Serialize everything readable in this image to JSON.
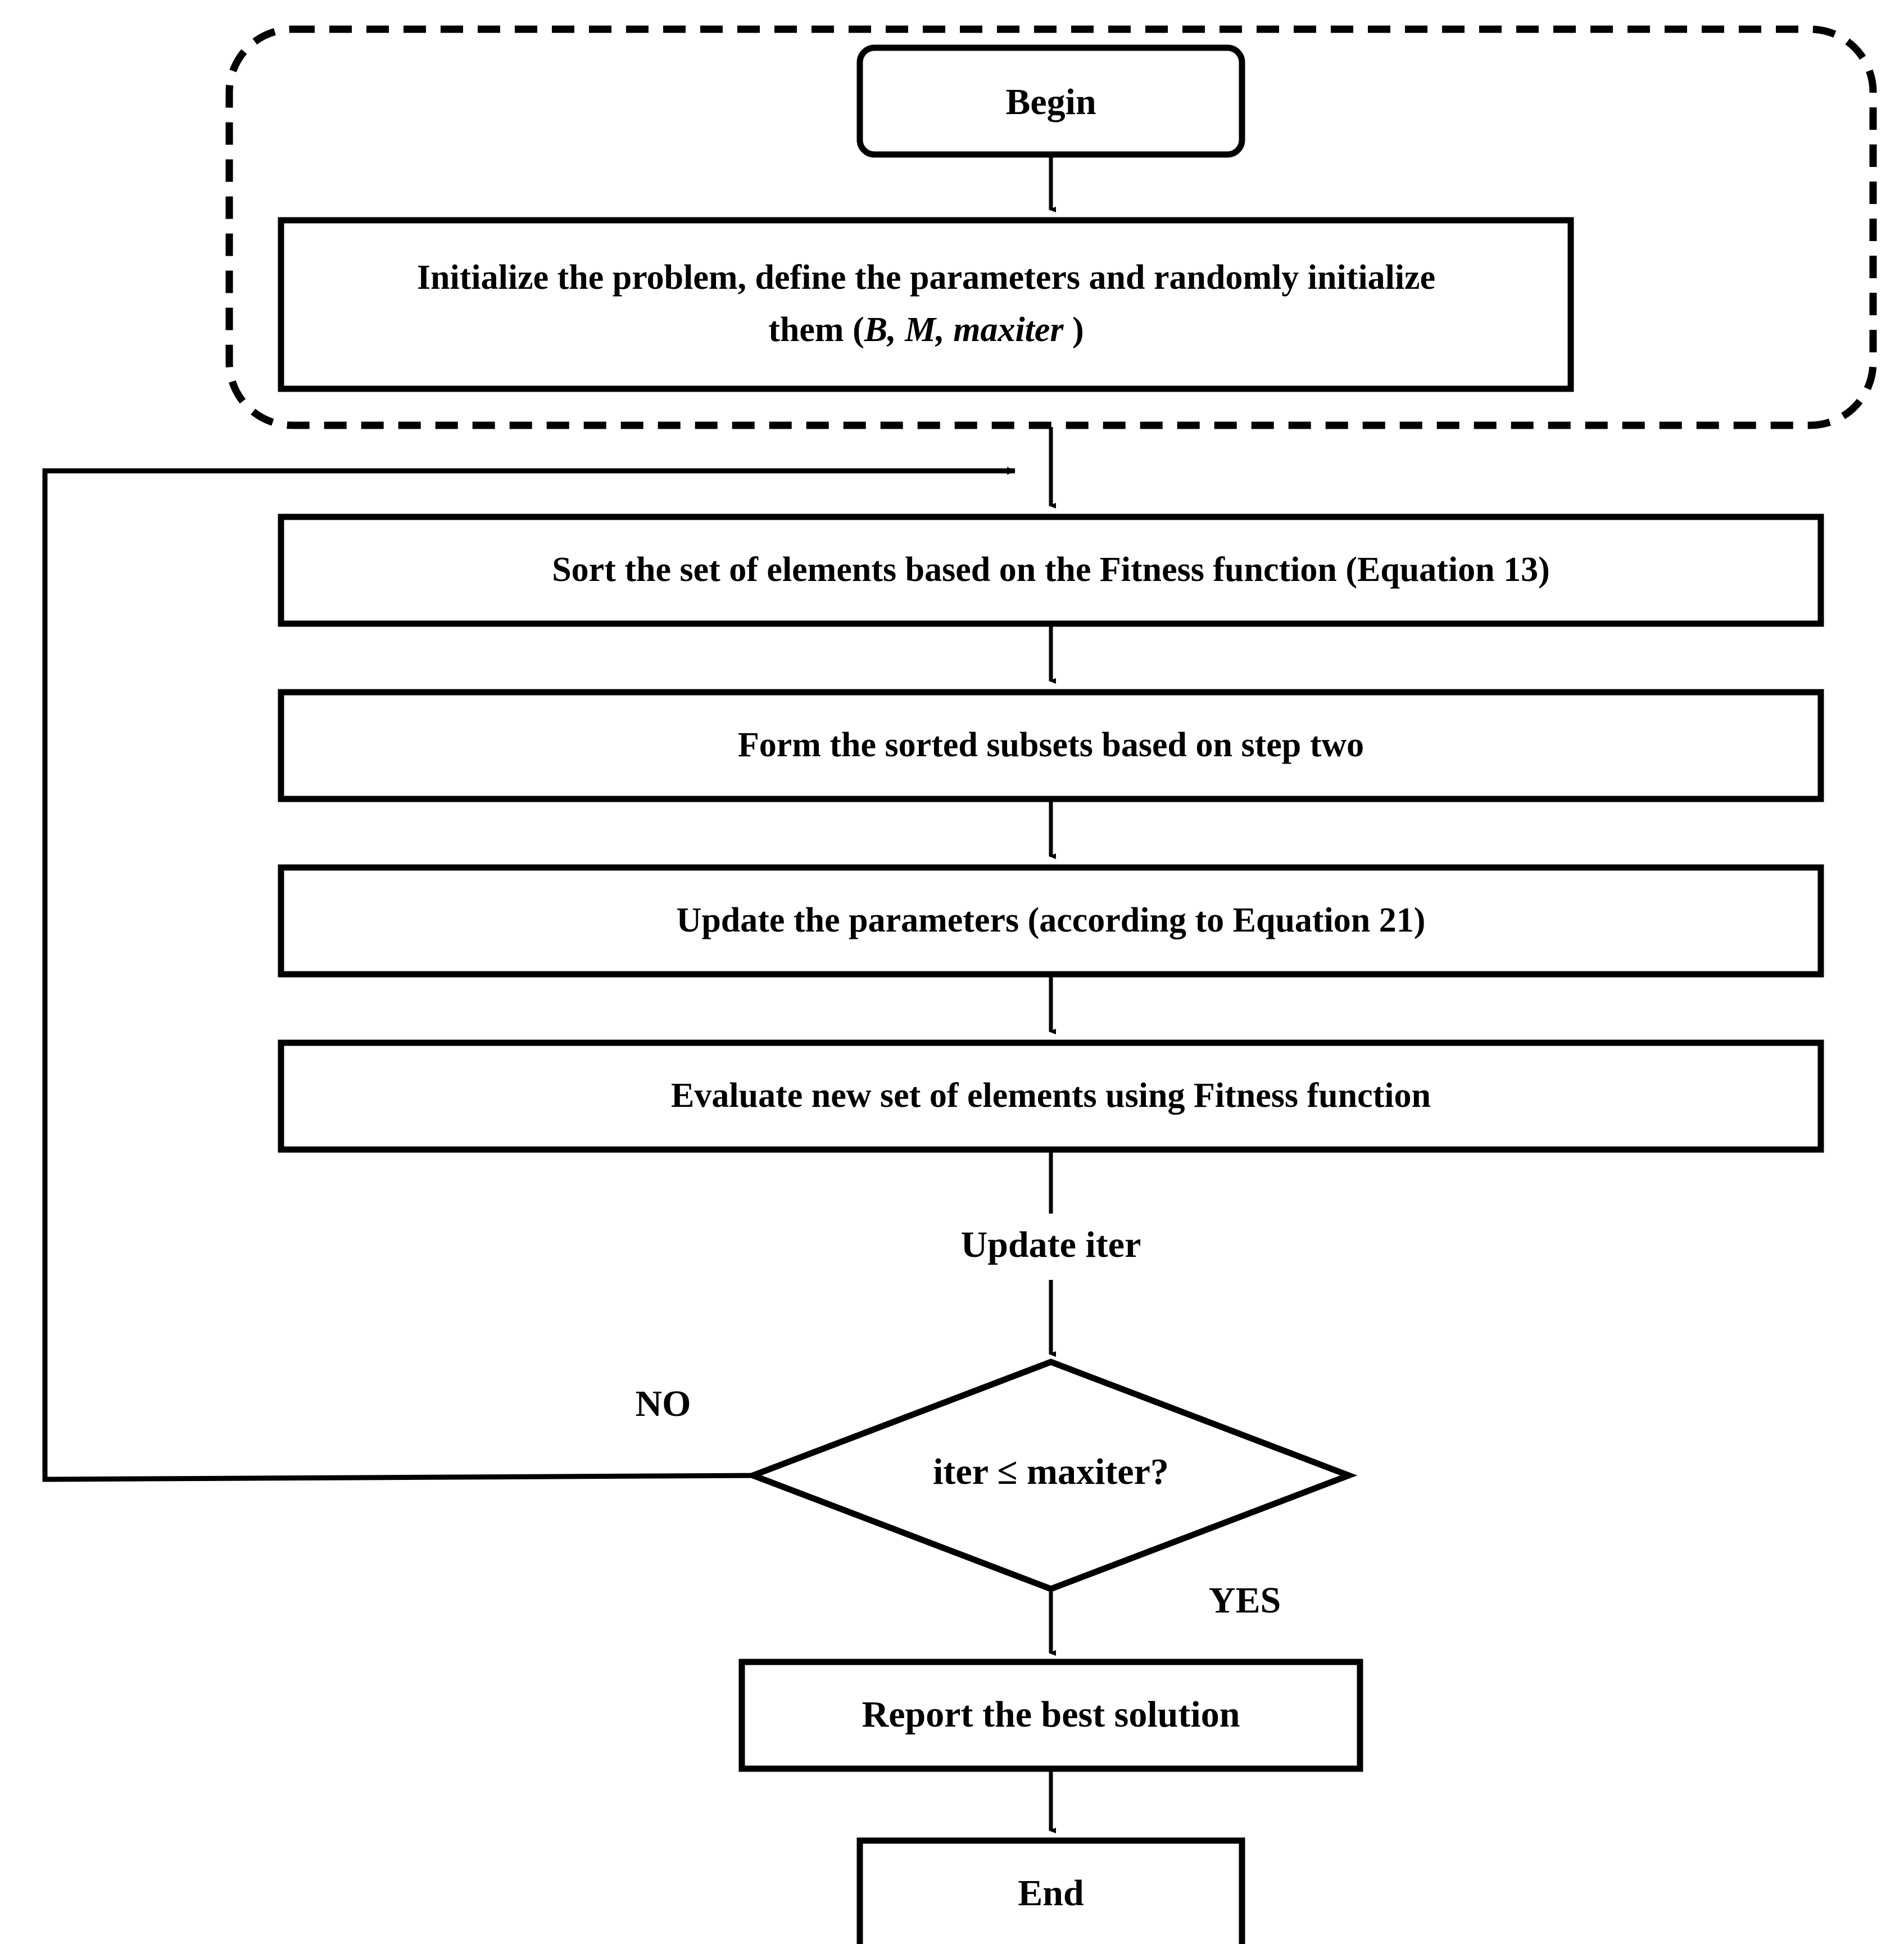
{
  "diagram": {
    "title": "Algorithm flowchart",
    "colors": {
      "stroke": "#000000",
      "fill": "#ffffff",
      "background": "#ffffff"
    },
    "nodes": {
      "begin": {
        "label": "Begin",
        "shape": "rounded-rectangle"
      },
      "initialize": {
        "line1": "Initialize the problem, define the parameters and randomly initialize",
        "line2_prefix": "them (",
        "line2_italic1": "B, M, maxiter",
        "line2_suffix": " )",
        "shape": "rectangle"
      },
      "sort": {
        "label": "Sort the set of elements based on the Fitness function (Equation 13)",
        "shape": "rectangle"
      },
      "form_subsets": {
        "label": "Form the sorted subsets based on step two",
        "shape": "rectangle"
      },
      "update_parameters": {
        "label": "Update the parameters (according to Equation 21)",
        "shape": "rectangle"
      },
      "evaluate": {
        "label": "Evaluate new set of elements using Fitness function",
        "shape": "rectangle"
      },
      "decision": {
        "label": "iter  ≤ maxiter?",
        "shape": "diamond"
      },
      "report": {
        "label": "Report the best solution",
        "shape": "rectangle"
      },
      "end": {
        "label": "End",
        "shape": "rectangle"
      }
    },
    "edge_labels": {
      "update_iter": "Update iter",
      "no": "NO",
      "yes": "YES"
    }
  }
}
